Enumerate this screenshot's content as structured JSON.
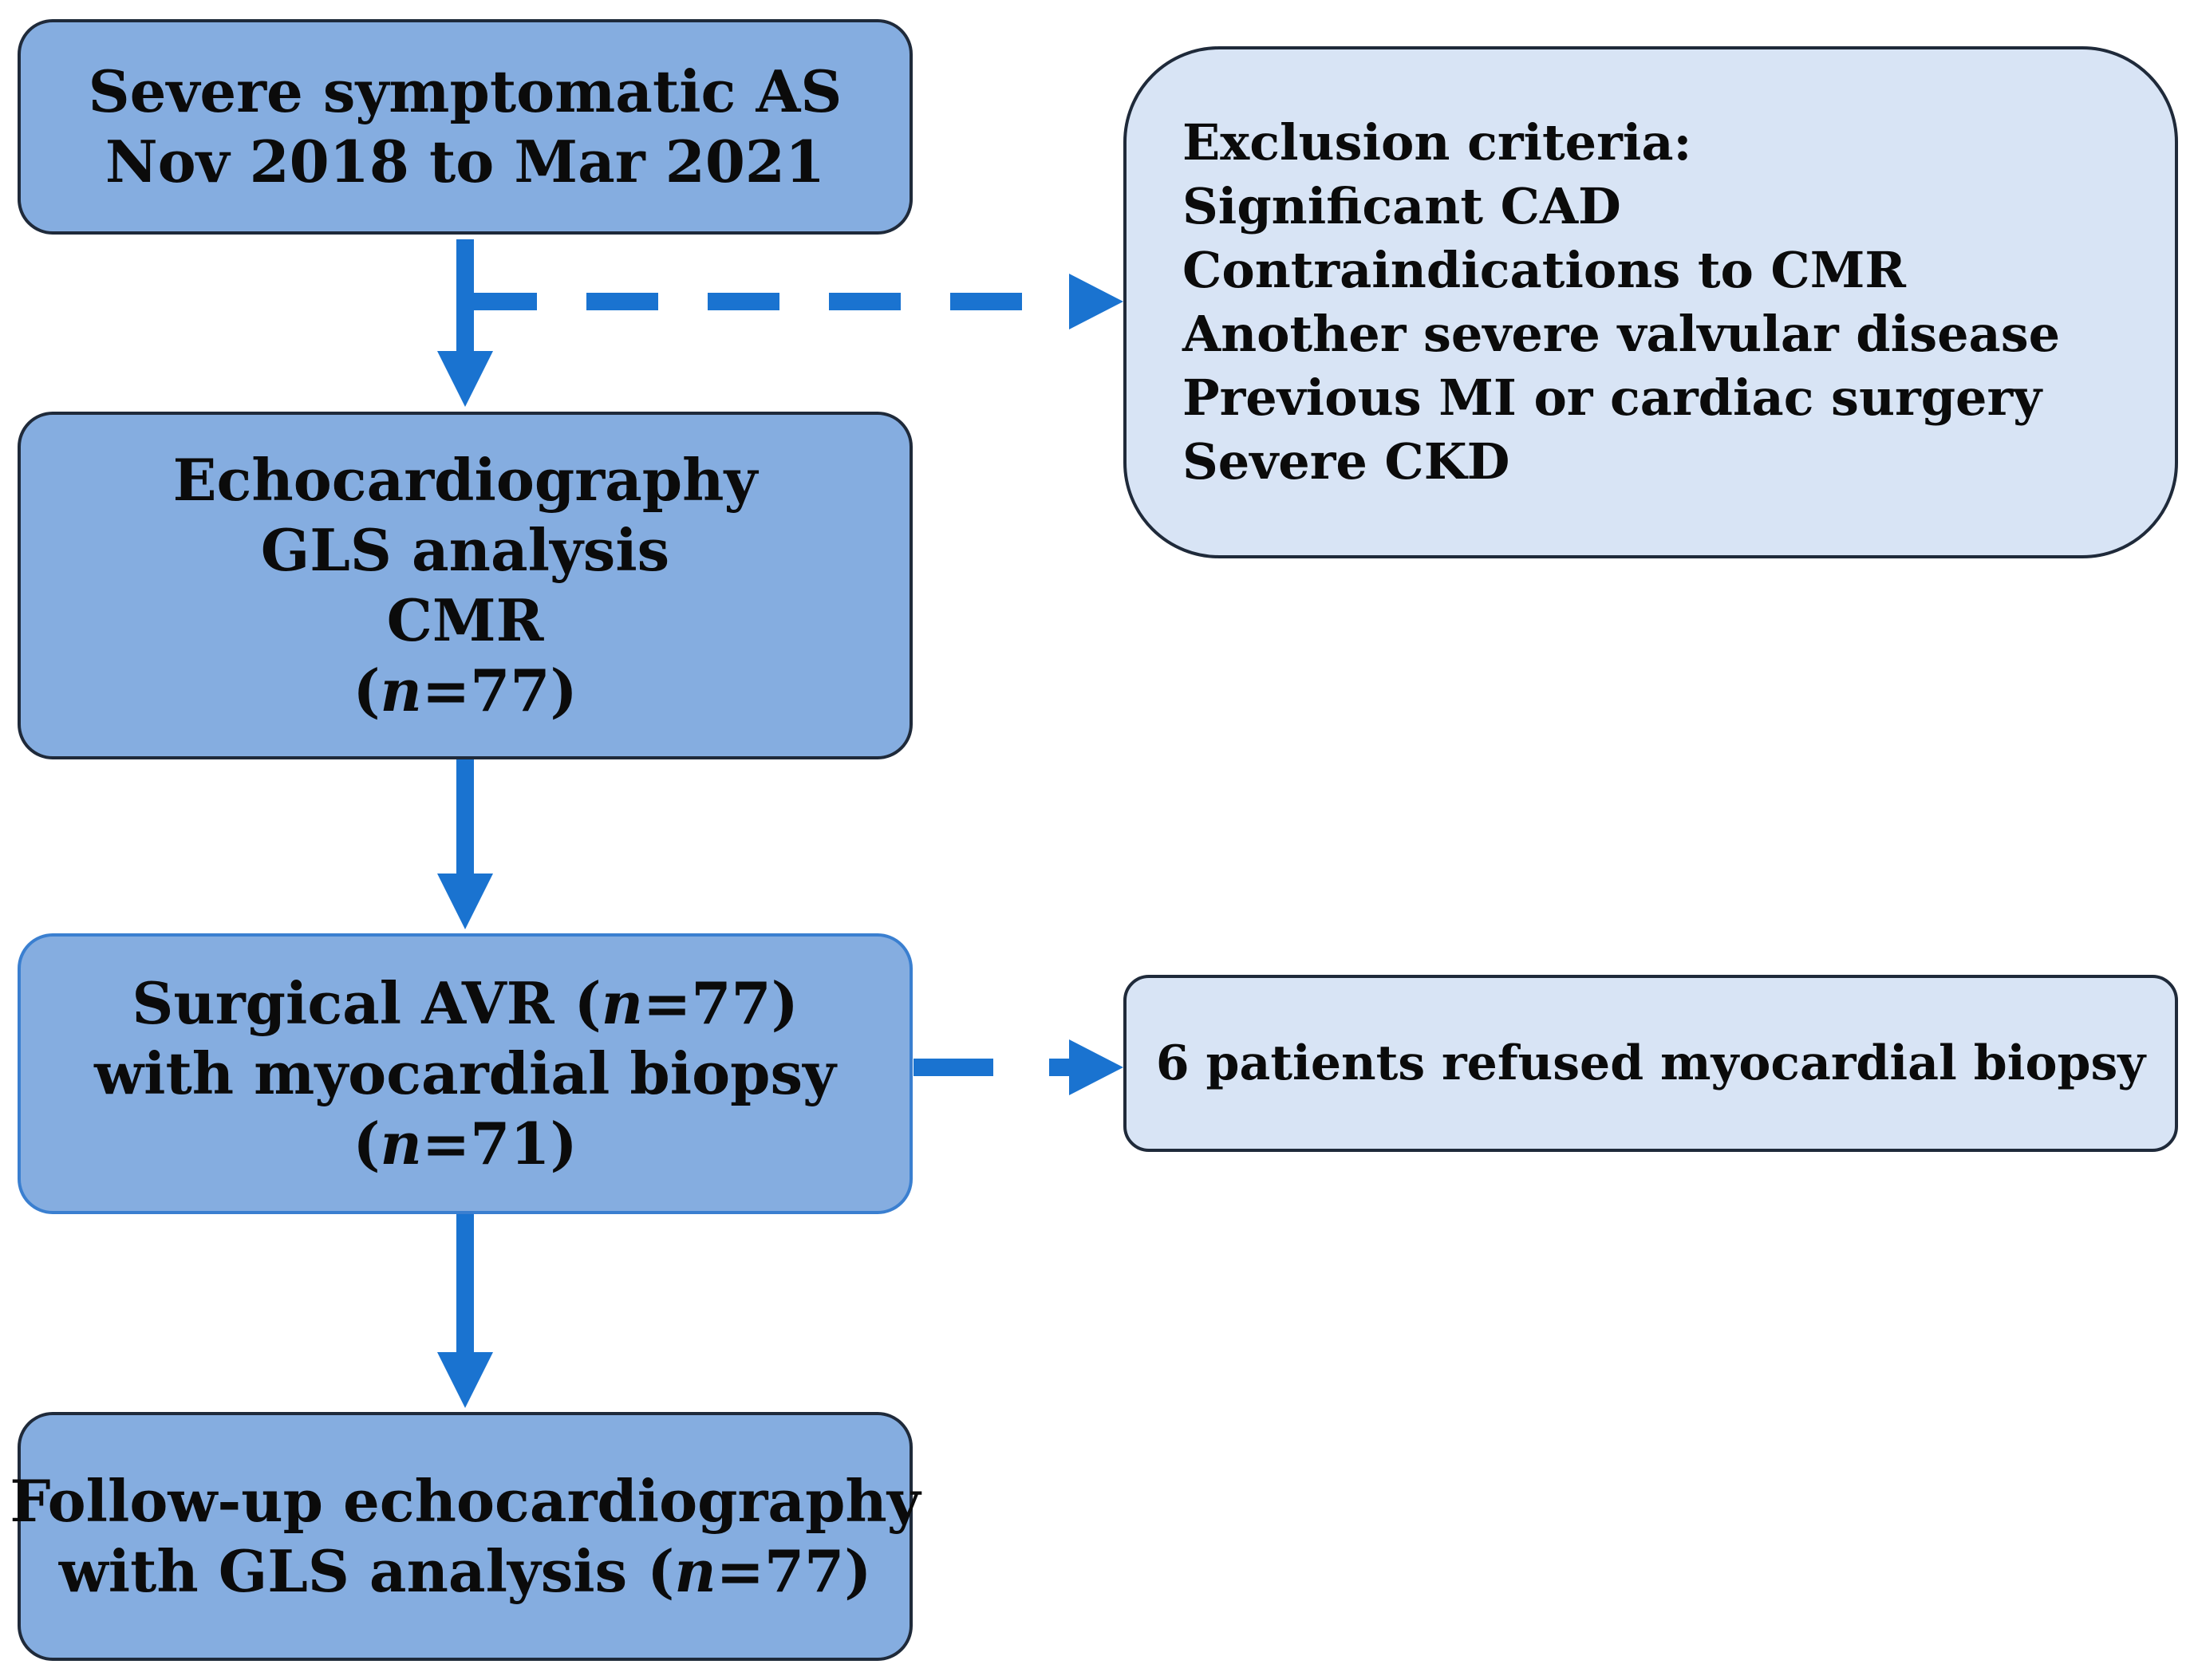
{
  "boxes": {
    "cohort": {
      "line1": "Severe symptomatic AS",
      "line2": "Nov 2018 to Mar 2021"
    },
    "imaging": {
      "line1": "Echocardiography",
      "line2": "GLS analysis",
      "line3": "CMR",
      "n_var": "n",
      "n_val": "=77"
    },
    "surgery": {
      "line1_pre": "Surgical AVR (",
      "line1_var": "n",
      "line1_post": "=77)",
      "line2": "with myocardial biopsy",
      "n_var": "n",
      "n_val": "=71"
    },
    "followup": {
      "line1": "Follow-up echocardiography",
      "line2_pre": "with GLS analysis (",
      "line2_var": "n",
      "line2_post": "=77)"
    }
  },
  "exclusion": {
    "title": "Exclusion criteria:",
    "items": [
      "Significant CAD",
      "Contraindications to CMR",
      "Another severe valvular disease",
      "Previous MI or cardiac surgery",
      "Severe CKD"
    ]
  },
  "refused": {
    "text": "6 patients refused myocardial biopsy"
  },
  "colors": {
    "main_box": "#85ade0",
    "side_box": "#d8e4f5",
    "arrow": "#1a73d0",
    "border": "#1f2a3a"
  }
}
